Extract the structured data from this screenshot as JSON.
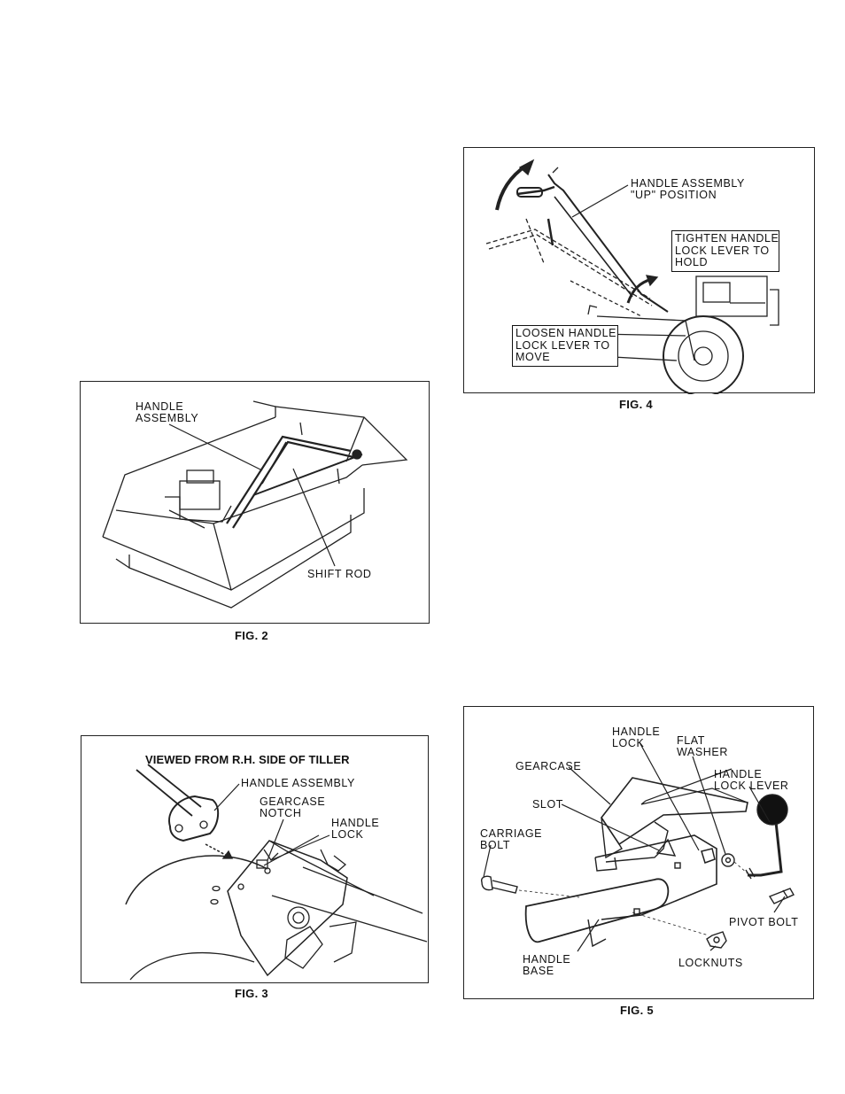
{
  "fig2": {
    "caption": "FIG. 2",
    "handle_assembly": "HANDLE\nASSEMBLY",
    "shift_rod": "SHIFT ROD"
  },
  "fig3": {
    "caption": "FIG. 3",
    "heading": "VIEWED FROM R.H. SIDE OF TILLER",
    "handle_assembly": "HANDLE ASSEMBLY",
    "gearcase_notch": "GEARCASE\nNOTCH",
    "handle_lock": "HANDLE\nLOCK"
  },
  "fig4": {
    "caption": "FIG. 4",
    "handle_up": "HANDLE ASSEMBLY\n\"UP\" POSITION",
    "tighten": "TIGHTEN HANDLE\nLOCK LEVER TO\nHOLD",
    "loosen": "LOOSEN HANDLE\nLOCK LEVER TO\nMOVE"
  },
  "fig5": {
    "caption": "FIG. 5",
    "handle_lock": "HANDLE\nLOCK",
    "flat_washer": "FLAT\nWASHER",
    "gearcase": "GEARCASE",
    "handle_lock_lever": "HANDLE\nLOCK LEVER",
    "slot": "SLOT",
    "carriage_bolt": "CARRIAGE\nBOLT",
    "pivot_bolt": "PIVOT BOLT",
    "handle_base": "HANDLE\nBASE",
    "locknuts": "LOCKNUTS"
  }
}
